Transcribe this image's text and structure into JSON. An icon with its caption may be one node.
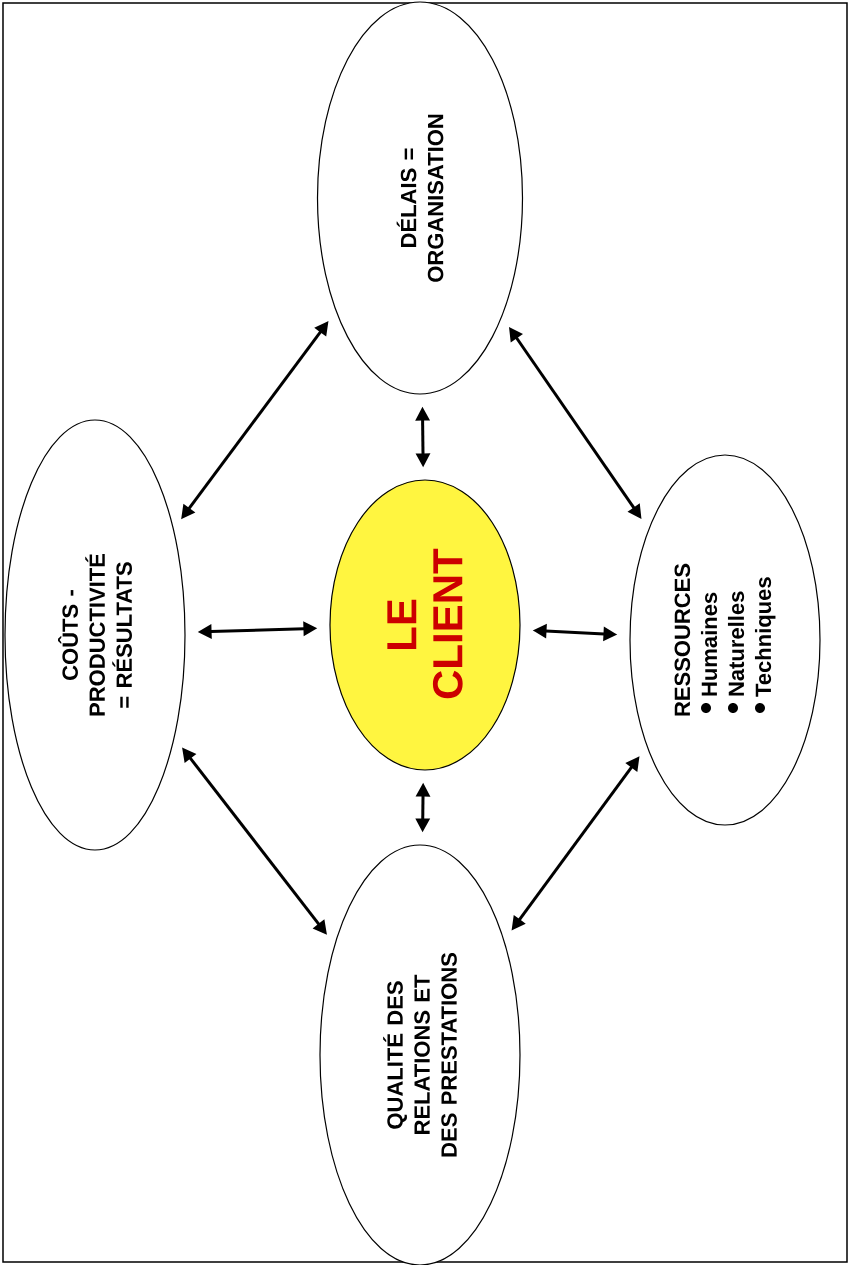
{
  "diagram": {
    "nodes": [
      {
        "text": [
          "DÉLAIS = ORGANISATION"
        ]
      },
      {
        "text": [
          "COÛTS - PRODUCTIVITÉ = RÉSULTATS"
        ]
      },
      {
        "text": [
          "LE CLIENT"
        ]
      },
      {
        "text": [
          "RESSOURCES",
          "Humaines",
          "Naturelles",
          "Techniques"
        ]
      },
      {
        "text": [
          "QUALITÉ DES RELATIONS ET DES PRESTATIONS"
        ]
      }
    ],
    "edges": [
      {
        "from": 1,
        "to": 0,
        "arrow": "both"
      },
      {
        "from": 0,
        "to": 3,
        "arrow": "both"
      },
      {
        "from": 0,
        "to": 2,
        "arrow": "both"
      },
      {
        "from": 1,
        "to": 2,
        "arrow": "both"
      },
      {
        "from": 2,
        "to": 3,
        "arrow": "both"
      },
      {
        "from": 2,
        "to": 4,
        "arrow": "both"
      },
      {
        "from": 1,
        "to": 4,
        "arrow": "both"
      },
      {
        "from": 3,
        "to": 4,
        "arrow": "both"
      }
    ]
  }
}
